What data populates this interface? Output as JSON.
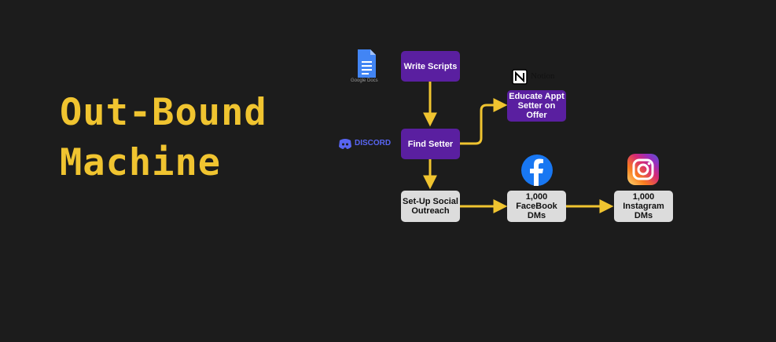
{
  "title": {
    "line1": "Out-Bound",
    "line2": "Machine"
  },
  "nodes": {
    "write_scripts": "Write Scripts",
    "find_setter": "Find Setter",
    "educate": "Educate Appt Setter on Offer",
    "setup": "Set-Up Social Outreach",
    "facebook_dms": "1,000 FaceBook DMs",
    "instagram_dms": "1,000 Instagram DMs"
  },
  "logos": {
    "google_docs": "Google Docs",
    "notion": "Notion",
    "discord": "DISCORD"
  },
  "colors": {
    "title": "#f0c430",
    "arrow": "#f0c430",
    "node_purple": "#5a1fa0",
    "node_gray": "#dcdcdc",
    "facebook": "#1877f2",
    "discord": "#5865f2",
    "google_docs": "#4285f4"
  }
}
